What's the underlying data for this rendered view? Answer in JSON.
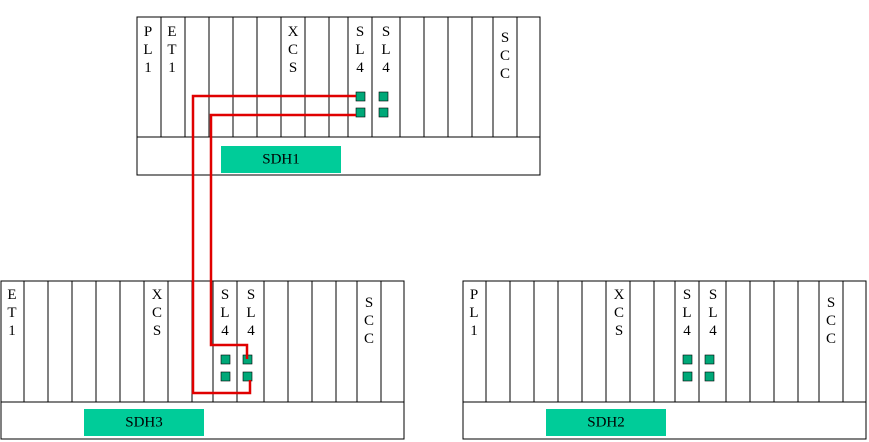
{
  "colors": {
    "badge": "#00cc99",
    "port": "#00a878",
    "link": "#e00000",
    "line": "#000000"
  },
  "sdh1": {
    "name": "SDH1",
    "slots": [
      {
        "label": "PL1",
        "lines": [
          "P",
          "L",
          "1"
        ]
      },
      {
        "label": "ET1",
        "lines": [
          "E",
          "T",
          "1"
        ]
      },
      {
        "label": "XCS",
        "lines": [
          "X",
          "C",
          "S"
        ]
      },
      {
        "label": "SL4 (A)",
        "lines": [
          "S",
          "L",
          "4"
        ]
      },
      {
        "label": "SL4 (B)",
        "lines": [
          "S",
          "L",
          "4"
        ]
      },
      {
        "label": "SCC",
        "lines": [
          "S",
          "C",
          "C"
        ]
      }
    ]
  },
  "sdh3": {
    "name": "SDH3",
    "slots": [
      {
        "label": "ET1",
        "lines": [
          "E",
          "T",
          "1"
        ]
      },
      {
        "label": "XCS",
        "lines": [
          "X",
          "C",
          "S"
        ]
      },
      {
        "label": "SL4 (A)",
        "lines": [
          "S",
          "L",
          "4"
        ]
      },
      {
        "label": "SL4 (B)",
        "lines": [
          "S",
          "L",
          "4"
        ]
      },
      {
        "label": "SCC",
        "lines": [
          "S",
          "C",
          "C"
        ]
      }
    ]
  },
  "sdh2": {
    "name": "SDH2",
    "slots": [
      {
        "label": "PL1",
        "lines": [
          "P",
          "L",
          "1"
        ]
      },
      {
        "label": "XCS",
        "lines": [
          "X",
          "C",
          "S"
        ]
      },
      {
        "label": "SL4 (A)",
        "lines": [
          "S",
          "L",
          "4"
        ]
      },
      {
        "label": "SL4 (B)",
        "lines": [
          "S",
          "L",
          "4"
        ]
      },
      {
        "label": "SCC",
        "lines": [
          "S",
          "C",
          "C"
        ]
      }
    ]
  }
}
